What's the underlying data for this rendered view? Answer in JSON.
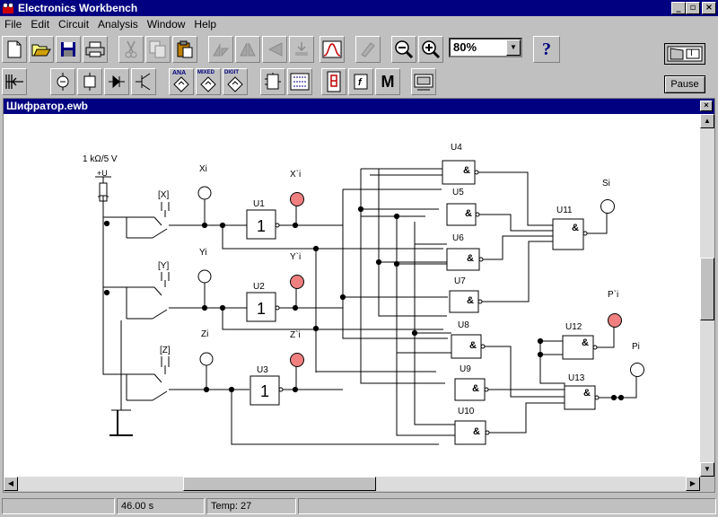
{
  "app": {
    "title": "Electronics Workbench"
  },
  "window_buttons": {
    "minimize": "_",
    "restore": "▫",
    "close": "×"
  },
  "menu": [
    "File",
    "Edit",
    "Circuit",
    "Analysis",
    "Window",
    "Help"
  ],
  "toolbar1": {
    "buttons": [
      "new-file",
      "open-file",
      "save-file",
      "print",
      "cut",
      "copy",
      "paste",
      "rotate",
      "flip-horizontal",
      "flip-vertical",
      "subcircuit",
      "graph",
      "component-properties",
      "zoom-out",
      "zoom-in",
      "help"
    ],
    "zoom": "80%",
    "help_label": "?"
  },
  "toolbar2": {
    "labels": {
      "analog": "ANA",
      "mixed": "MIXED",
      "digital": "DIGIT",
      "misc": "M"
    }
  },
  "power_switch": {
    "label": "I"
  },
  "pause_label": "Pause",
  "document": {
    "title": "Шифратор.ewb"
  },
  "circuit": {
    "battery_label": "1 kΩ/5 V",
    "battery_plus": "+U",
    "switch_labels": [
      "[X]",
      "[Y]",
      "[Z]"
    ],
    "probe_labels": [
      "Xi",
      "Yi",
      "Zi",
      "X`i",
      "Y`i",
      "Z`i",
      "Si",
      "P`i",
      "Pi"
    ],
    "inverter_labels": [
      "U1",
      "U2",
      "U3"
    ],
    "inverter_text": "1",
    "gate_labels": [
      "U4",
      "U5",
      "U6",
      "U7",
      "U8",
      "U9",
      "U10",
      "U11",
      "U12",
      "U13"
    ],
    "gate_symbol": "&"
  },
  "status": {
    "time": "46.00 s",
    "temp": "Temp:  27"
  },
  "colors": {
    "title_bar": "#000080",
    "probe_on": "#f08080",
    "probe_off": "#ffffff",
    "face": "#c0c0c0"
  }
}
